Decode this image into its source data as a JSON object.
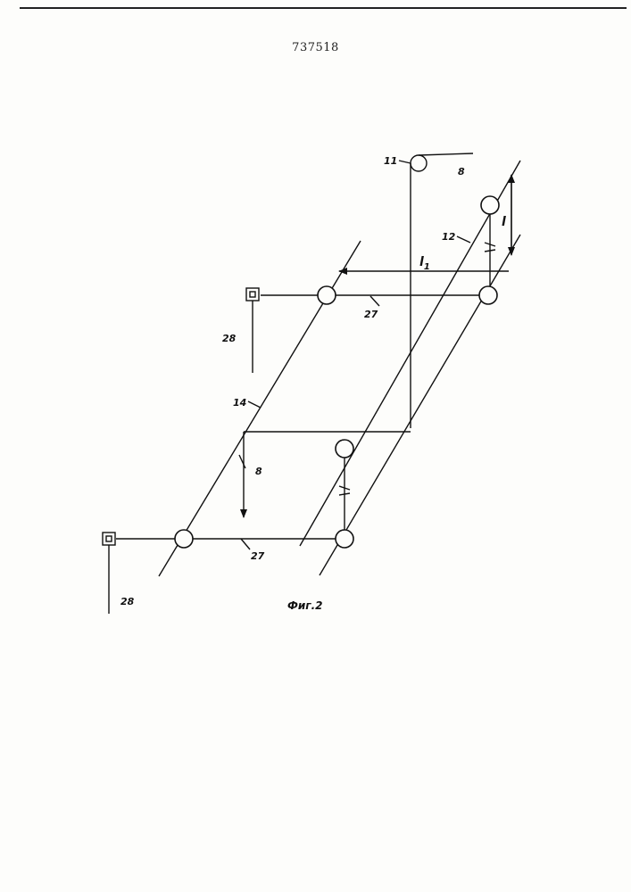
{
  "header": {
    "patent_number": "737518"
  },
  "labels": {
    "sheave_11": "11",
    "rope_8_top": "8",
    "line_12": "12",
    "dimension_l1": "l",
    "dimension_l1_sub": "1",
    "dimension_l": "l",
    "link_27_upper": "27",
    "pole_28_upper": "28",
    "line_14": "14",
    "rope_8_lower": "8",
    "link_27_lower": "27",
    "pole_28_lower": "28"
  },
  "caption": "Фиг.2"
}
